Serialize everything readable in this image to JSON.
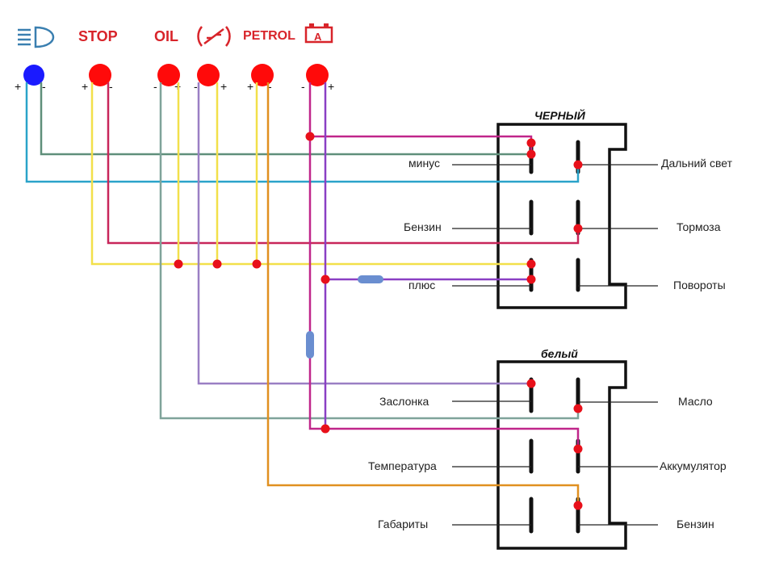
{
  "indicators": [
    {
      "id": "headlight",
      "icon": "high-beam-icon",
      "color": "#3a7fb0"
    },
    {
      "id": "stop",
      "label": "STOP",
      "color": "#d8242a"
    },
    {
      "id": "oil",
      "label": "OIL",
      "color": "#d8242a"
    },
    {
      "id": "choke",
      "icon": "choke-icon",
      "color": "#d8242a"
    },
    {
      "id": "petrol",
      "label": "PETROL",
      "color": "#d8242a"
    },
    {
      "id": "battery",
      "icon": "battery-icon",
      "battery_letter": "A",
      "color": "#d8242a"
    }
  ],
  "polarity": {
    "plus": "+",
    "minus": "-"
  },
  "connectors": {
    "black": {
      "title": "ЧЕРНЫЙ",
      "left_labels": [
        "минус",
        "Бензин",
        "плюс"
      ],
      "right_labels": [
        "Дальний свет",
        "Тормоза",
        "Повороты"
      ]
    },
    "white": {
      "title": "белый",
      "left_labels": [
        "Заслонка",
        "Температура",
        "Габариты"
      ],
      "right_labels": [
        "Масло",
        "Аккумулятор",
        "Бензин"
      ]
    }
  },
  "wire_colors": {
    "blue": "#2aa3c9",
    "green": "#5f8f7a",
    "red": "#c8265a",
    "yellow": "#f2e04a",
    "grayteal": "#7fa39a",
    "purple": "#9a7fc4",
    "magenta": "#c0268a",
    "violet": "#8a3fc4",
    "orange": "#e09020",
    "node": "#e8101a"
  }
}
